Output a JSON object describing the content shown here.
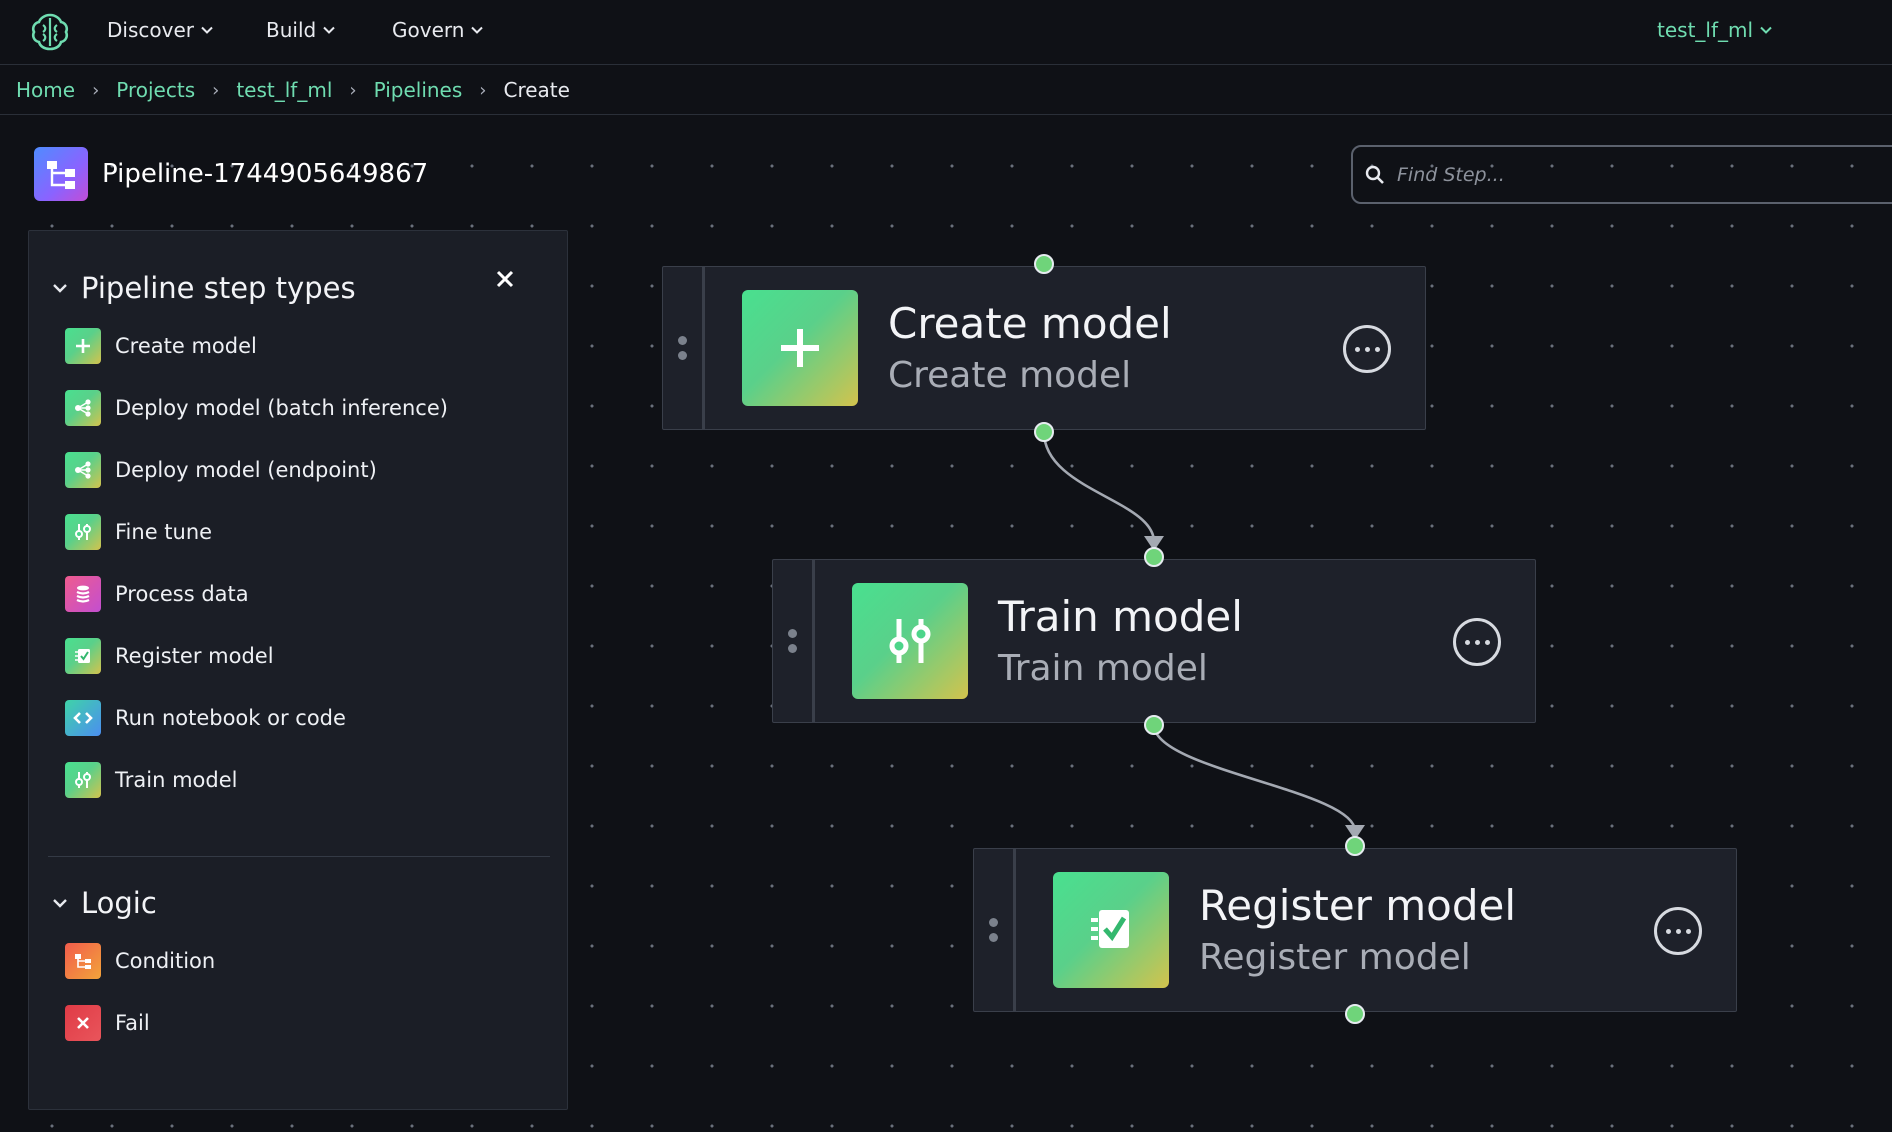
{
  "nav": {
    "items": [
      {
        "label": "Discover"
      },
      {
        "label": "Build"
      },
      {
        "label": "Govern"
      }
    ],
    "user": "test_lf_ml"
  },
  "breadcrumb": {
    "items": [
      "Home",
      "Projects",
      "test_lf_ml",
      "Pipelines"
    ],
    "current": "Create"
  },
  "pipeline": {
    "name": "Pipeline-1744905649867"
  },
  "search": {
    "placeholder": "Find Step..."
  },
  "panel": {
    "section_steps": "Pipeline step types",
    "steps": [
      {
        "label": "Create model",
        "icon": "plus-icon"
      },
      {
        "label": "Deploy model (batch inference)",
        "icon": "share-icon"
      },
      {
        "label": "Deploy model (endpoint)",
        "icon": "share-icon"
      },
      {
        "label": "Fine tune",
        "icon": "sliders-icon"
      },
      {
        "label": "Process data",
        "icon": "database-icon"
      },
      {
        "label": "Register model",
        "icon": "checklist-icon"
      },
      {
        "label": "Run notebook or code",
        "icon": "code-icon"
      },
      {
        "label": "Train model",
        "icon": "sliders-icon"
      }
    ],
    "section_logic": "Logic",
    "logic": [
      {
        "label": "Condition",
        "icon": "branch-icon"
      },
      {
        "label": "Fail",
        "icon": "x-icon"
      }
    ]
  },
  "nodes": [
    {
      "title": "Create model",
      "subtitle": "Create model",
      "icon": "plus-icon"
    },
    {
      "title": "Train model",
      "subtitle": "Train model",
      "icon": "sliders-icon"
    },
    {
      "title": "Register model",
      "subtitle": "Register model",
      "icon": "checklist-icon"
    }
  ],
  "colors": {
    "accent": "#6fdcb0",
    "port": "#6fd47a",
    "background": "#0f1116",
    "panel": "#1b1e26"
  }
}
